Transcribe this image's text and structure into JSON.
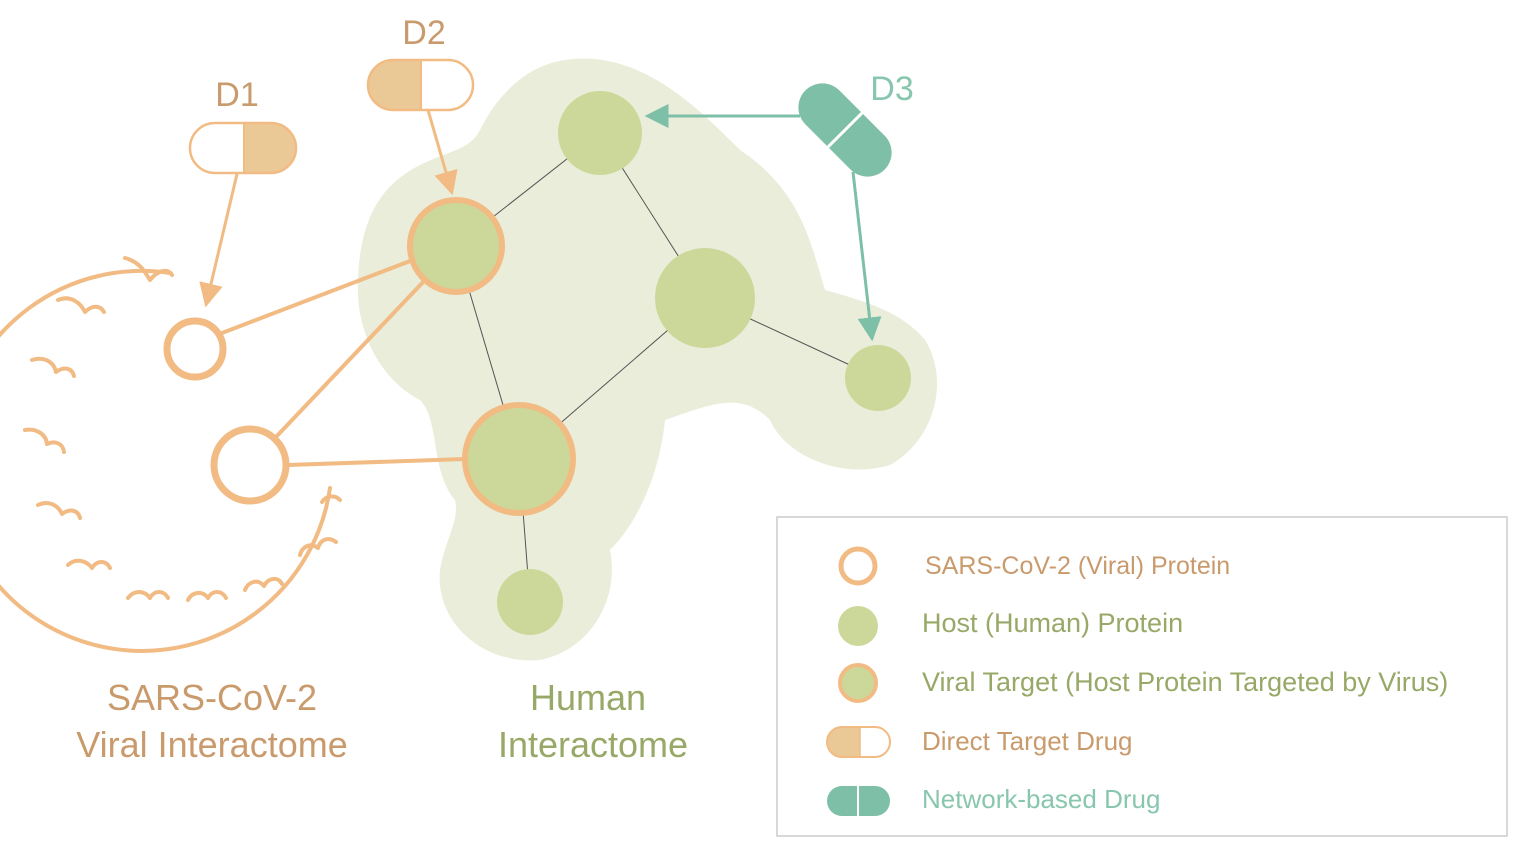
{
  "colors": {
    "viral": "#f1bb83",
    "viral_text": "#c99a6c",
    "host_fill": "#ccd89a",
    "host_text": "#97a867",
    "blob": "#e9edd9",
    "network": "#7ebfa7",
    "network_text": "#88c6ae",
    "pill_fill": "#ebc996",
    "edge_thin": "#555555",
    "legend_border": "#cccccc"
  },
  "drugs": {
    "d1": "D1",
    "d2": "D2",
    "d3": "D3"
  },
  "labels": {
    "viral_line1": "SARS-CoV-2",
    "viral_line2": "Viral Interactome",
    "human_line1": "Human",
    "human_line2": "Interactome"
  },
  "legend": {
    "viral_protein": "SARS-CoV-2 (Viral) Protein",
    "host_protein": "Host (Human) Protein",
    "viral_target": "Viral Target (Host Protein Targeted by Virus)",
    "direct_drug": "Direct Target Drug",
    "network_drug": "Network-based Drug"
  }
}
